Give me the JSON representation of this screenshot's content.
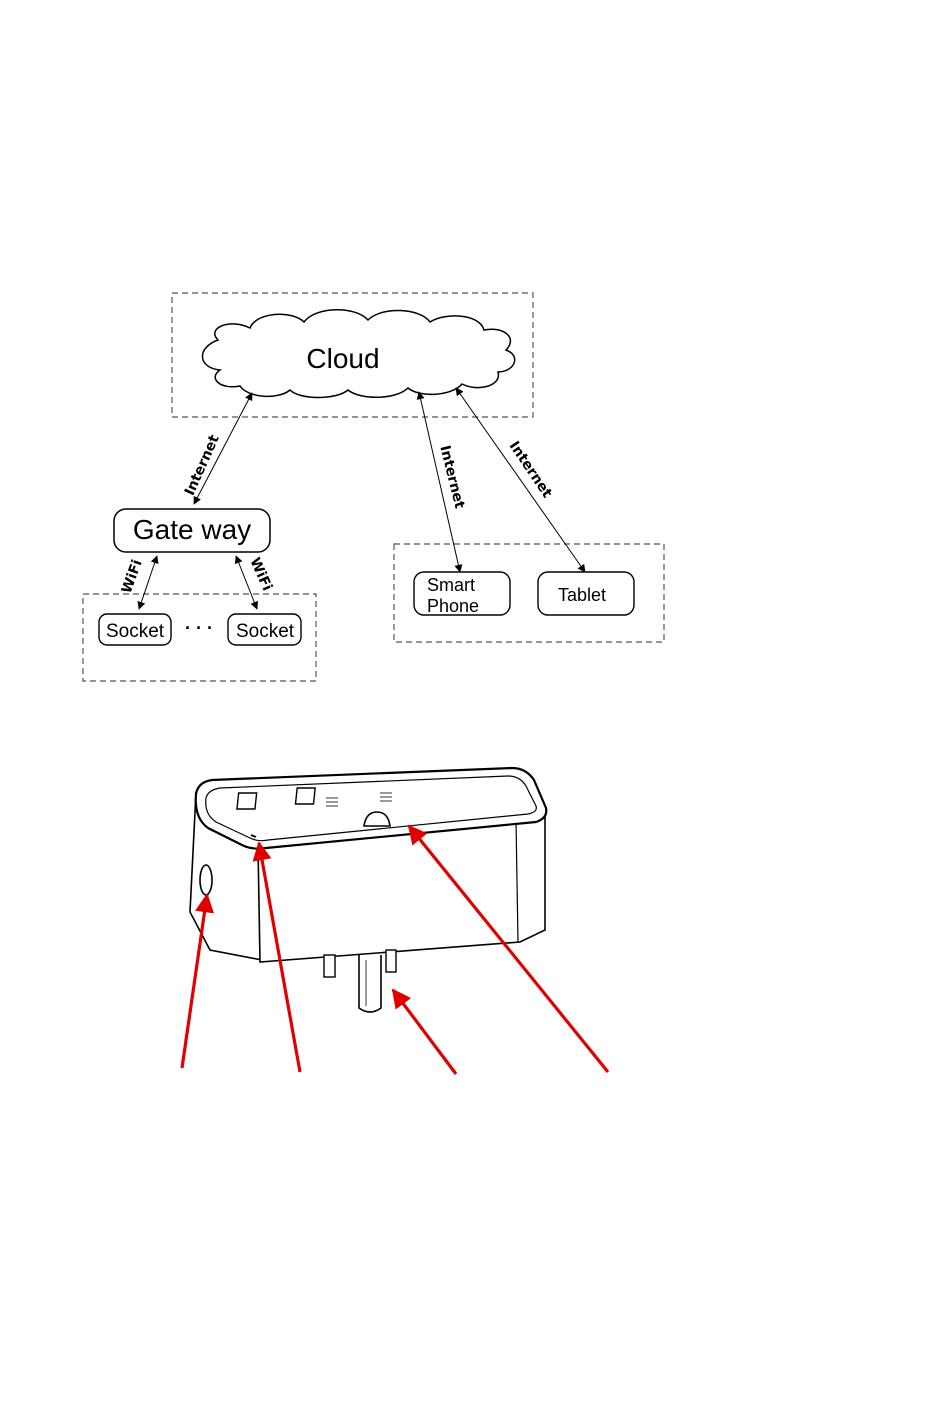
{
  "diagram": {
    "cloud_label": "Cloud",
    "gateway_label": "Gate way",
    "socket_label_1": "Socket",
    "socket_label_2": "Socket",
    "ellipsis": "· · ·",
    "smartphone_line1": "Smart",
    "smartphone_line2": "Phone",
    "tablet_label": "Tablet",
    "link_internet_1": "Internet",
    "link_internet_2": "Internet",
    "link_internet_3": "Internet",
    "link_wifi_1": "WiFi",
    "link_wifi_2": "WiFi"
  },
  "colors": {
    "line": "#000000",
    "dashed": "#555555",
    "pointer": "#e00000"
  }
}
